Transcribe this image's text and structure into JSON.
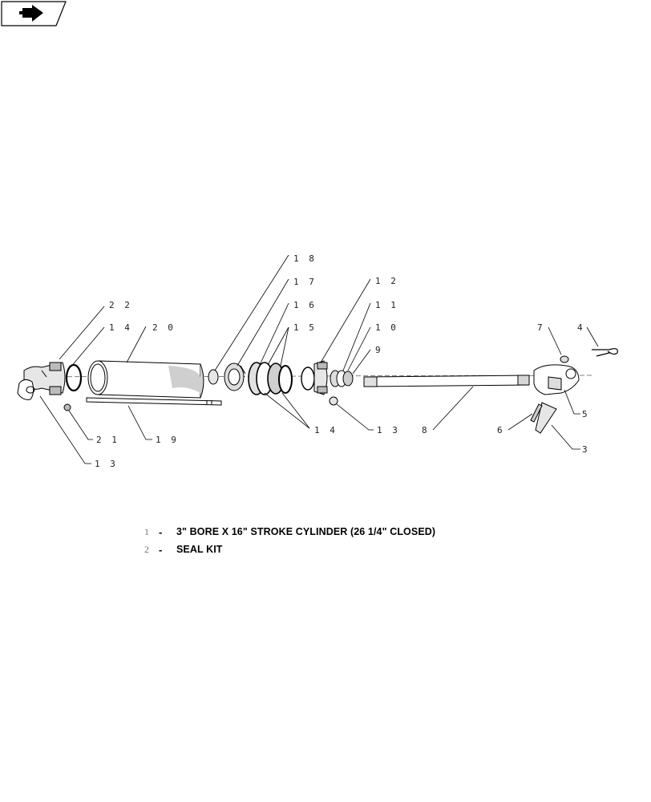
{
  "nav": {
    "icon": "forward-arrow-icon"
  },
  "callouts": [
    {
      "id": "c22",
      "label": "2 2"
    },
    {
      "id": "c14a",
      "label": "1 4"
    },
    {
      "id": "c20",
      "label": "2 0"
    },
    {
      "id": "c18",
      "label": "1 8"
    },
    {
      "id": "c17",
      "label": "1 7"
    },
    {
      "id": "c16",
      "label": "1 6"
    },
    {
      "id": "c15",
      "label": "1 5"
    },
    {
      "id": "c12",
      "label": "1 2"
    },
    {
      "id": "c11",
      "label": "1 1"
    },
    {
      "id": "c10",
      "label": "1 0"
    },
    {
      "id": "c9",
      "label": "9"
    },
    {
      "id": "c7",
      "label": "7"
    },
    {
      "id": "c4",
      "label": "4"
    },
    {
      "id": "c5",
      "label": "5"
    },
    {
      "id": "c6",
      "label": "6"
    },
    {
      "id": "c3",
      "label": "3"
    },
    {
      "id": "c8",
      "label": "8"
    },
    {
      "id": "c13b",
      "label": "1 3"
    },
    {
      "id": "c14b",
      "label": "1 4"
    },
    {
      "id": "c19",
      "label": "1 9"
    },
    {
      "id": "c21",
      "label": "2 1"
    },
    {
      "id": "c13a",
      "label": "1 3"
    }
  ],
  "legend": [
    {
      "num": "1",
      "dash": "-",
      "text": "3\" BORE X 16\" STROKE CYLINDER (26 1/4\" CLOSED)"
    },
    {
      "num": "2",
      "dash": "-",
      "text": "SEAL KIT"
    }
  ],
  "colors": {
    "line": "#000000",
    "shade": "#c8c8c8",
    "text": "#222222"
  }
}
